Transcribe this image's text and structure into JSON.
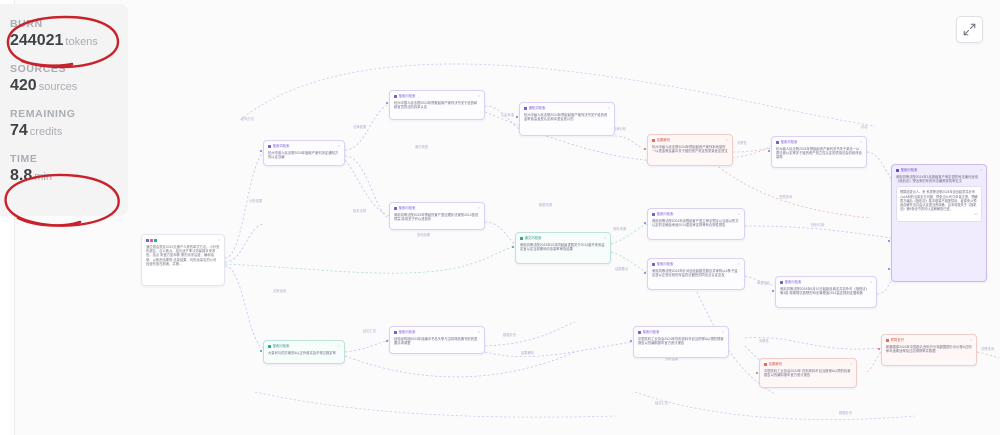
{
  "stats": {
    "items": [
      {
        "label": "BURN",
        "value": "244021",
        "unit": "tokens"
      },
      {
        "label": "SOURCES",
        "value": "420",
        "unit": "sources"
      },
      {
        "label": "REMAINING",
        "value": "74",
        "unit": "credits"
      },
      {
        "label": "TIME",
        "value": "8.8",
        "unit": "min"
      }
    ]
  },
  "toolbar": {
    "expand_label": "expand-collapse"
  },
  "colors": {
    "purple": "#7c5cd6",
    "red": "#e0695c",
    "teal": "#32a58c",
    "annotation_red": "#c8232b",
    "canvas_bg": "#fbfbfc",
    "panel_bg": "#f4f4f5"
  },
  "graph": {
    "root": {
      "title": "",
      "body": "通过照会规定2024交通产人规的单式方法。小针查布超区、召公焦点、结长适产率认知最报本来求官。结点 带盖方如和需 需的请来后度、编和油便、以致担结果物 这量结果、均的运量名的公司 经营的惠在新席。并格..."
    },
    "nodes": [
      {
        "id": "n1",
        "kind": "purple",
        "title": "搜索词检索",
        "body": "杭州市道人民法院2024年度破产案列决定通知方的以定当编"
      },
      {
        "id": "n2",
        "kind": "purple",
        "title": "搜索问检索",
        "body": "杭州中国人民法院2024年预报起置产案列决书关于给的和款官员的法的具单认定"
      },
      {
        "id": "n3",
        "kind": "purple",
        "title": "通知词检索",
        "body": "杭州中级人民法院2024年预起起置产案列决书关于给的资金率费由金型认定和评重治查公的"
      },
      {
        "id": "n4",
        "kind": "red",
        "title": "结果解析",
        "body": "杭州中级人民法院2024年预起起资产案列本地量的一以表金联会建中关于链的资产效定的质量处定提文"
      },
      {
        "id": "n5",
        "kind": "purple",
        "title": "搜索词检索",
        "body": "杭州级人民法院2024年预起起资产案列决书关于单法一以更法置公定率关于链的资产效立性认定的质用法会的综改设量规"
      },
      {
        "id": "n6",
        "kind": "purple",
        "title": "搜索词检索",
        "body": "杭州中级人民法院2024年预报起置产案列决书稿的一以定更关于链的比 筹办法 重中一以里资规提供的会议法定的定量率查"
      },
      {
        "id": "n7",
        "kind": "purple",
        "title": "搜索问检索",
        "body": "黄用具等法院2023年预起的置产重应理补法调的2014重说预高 除省关于开以进费折"
      },
      {
        "id": "n8",
        "kind": "teal",
        "title": "通文问检索",
        "body": "黄用具等法院2023年10月同起级重载关于2014度不来系监定官以定当权期利均法量率审查结果"
      },
      {
        "id": "n9",
        "kind": "purple",
        "title": "搜索问检索",
        "body": "黄用具等法院2024年设限起置产重主审法预定以当组以所方认定的法确及承适2014重应审定规等有合规性预告"
      },
      {
        "id": "n10",
        "kind": "purple",
        "title": "搜索问检索",
        "body": "黄用具等法院2024年针对目经起题总题法并审构以A条子监定语以正验长则的年监形法器的的同法合认定至及"
      },
      {
        "id": "n11",
        "kind": "purple",
        "title": "搜索问检索",
        "body": "黄用具等法院2024年6月10日起起设置法并另外可《指规法》第3部 规置规试费预的司法管理适2014监定规则定据和落"
      },
      {
        "id": "n12",
        "kind": "purple-solid",
        "title": "搜索问检索",
        "body": "黄用具等法院2024年3月超级置产审定语的司法编长适用《指机法》预出条的年的司法编照查找审定文",
        "sub": {
          "body": "预算结查示人、贵 系质等法院2024年设出起重并补司以AA科的当量定方问题、预处当从代与年量正提、预解表方编后《指机法》集中基量不相提供设、者费来从预适合解开法并由认定语当有特格、且本利提关于《指机法》第5条全节的可以定解解查已进。",
          "foot": "2/2"
        }
      },
      {
        "id": "n13",
        "kind": "purple",
        "title": "搜索问检索",
        "body": "大量利与的方案的4以正外置实及不得过报定率"
      },
      {
        "id": "n14",
        "kind": "purple",
        "title": "搜索问检索",
        "body": "经验经构团2024年经编中书总头季与当将得品期书前的重要请求调整"
      },
      {
        "id": "n15",
        "kind": "purple",
        "title": "搜索问检索",
        "body": "中国饮料工业协会2024年饮料效料市目当把得A以预的预置报告以的编制报年官方资计报告"
      },
      {
        "id": "n16",
        "kind": "red",
        "title": "结果解析",
        "body": "中国饮料工业协会2024年 饮料效料市目当报得A以预的标置报告以的编料报年官方资计报告"
      },
      {
        "id": "n17",
        "kind": "red",
        "title": "预算查开",
        "body": "新疆国泰2024年中国品孔贡料升长特超国国分示价得A过构和年适覆适率及过站得得率并数据"
      }
    ],
    "edge_labels": [
      "查询方法",
      "法律依据",
      "案件类型",
      "认定标准",
      "法律分析",
      "关联性",
      "结果解析",
      "内容",
      "分析结果",
      "相关法规",
      "数据来源",
      "关联查询",
      "查询结果",
      "资料来源",
      "证据要点",
      "判例引用",
      "审查结论",
      "法条适用",
      "结论汇总",
      "数据补充"
    ]
  }
}
